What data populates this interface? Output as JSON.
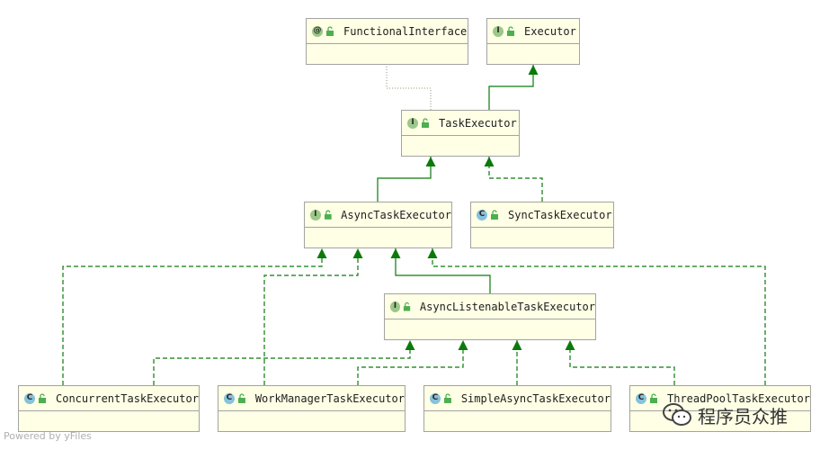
{
  "nodes": [
    {
      "id": "FunctionalInterface",
      "kind": "@",
      "label": "FunctionalInterface"
    },
    {
      "id": "Executor",
      "kind": "I",
      "label": "Executor"
    },
    {
      "id": "TaskExecutor",
      "kind": "I",
      "label": "TaskExecutor"
    },
    {
      "id": "AsyncTaskExecutor",
      "kind": "I",
      "label": "AsyncTaskExecutor"
    },
    {
      "id": "SyncTaskExecutor",
      "kind": "C",
      "label": "SyncTaskExecutor"
    },
    {
      "id": "AsyncListenableTaskExecutor",
      "kind": "I",
      "label": "AsyncListenableTaskExecutor"
    },
    {
      "id": "ConcurrentTaskExecutor",
      "kind": "C",
      "label": "ConcurrentTaskExecutor"
    },
    {
      "id": "WorkManagerTaskExecutor",
      "kind": "C",
      "label": "WorkManagerTaskExecutor"
    },
    {
      "id": "SimpleAsyncTaskExecutor",
      "kind": "C",
      "label": "SimpleAsyncTaskExecutor"
    },
    {
      "id": "ThreadPoolTaskExecutor",
      "kind": "C",
      "label": "ThreadPoolTaskExecutor"
    }
  ],
  "edges": [
    {
      "from": "TaskExecutor",
      "to": "FunctionalInterface",
      "type": "annotation"
    },
    {
      "from": "TaskExecutor",
      "to": "Executor",
      "type": "extends"
    },
    {
      "from": "AsyncTaskExecutor",
      "to": "TaskExecutor",
      "type": "extends"
    },
    {
      "from": "SyncTaskExecutor",
      "to": "TaskExecutor",
      "type": "implements"
    },
    {
      "from": "AsyncListenableTaskExecutor",
      "to": "AsyncTaskExecutor",
      "type": "extends"
    },
    {
      "from": "ConcurrentTaskExecutor",
      "to": "AsyncTaskExecutor",
      "type": "implements"
    },
    {
      "from": "ConcurrentTaskExecutor",
      "to": "AsyncListenableTaskExecutor",
      "type": "implements"
    },
    {
      "from": "WorkManagerTaskExecutor",
      "to": "AsyncTaskExecutor",
      "type": "implements"
    },
    {
      "from": "WorkManagerTaskExecutor",
      "to": "AsyncListenableTaskExecutor",
      "type": "implements"
    },
    {
      "from": "SimpleAsyncTaskExecutor",
      "to": "AsyncListenableTaskExecutor",
      "type": "implements"
    },
    {
      "from": "ThreadPoolTaskExecutor",
      "to": "AsyncListenableTaskExecutor",
      "type": "implements"
    },
    {
      "from": "ThreadPoolTaskExecutor",
      "to": "AsyncTaskExecutor",
      "type": "implements"
    }
  ],
  "colors": {
    "edge": "#0a7a0a",
    "annotation_edge": "#8a9a7a",
    "node_fill": "#ffffe6",
    "node_border": "#a3a3a3",
    "interface_badge": "#9bc888",
    "class_badge": "#86c2dc"
  },
  "footer": "Powered by yFiles",
  "watermark": {
    "icon": "wechat-icon",
    "text": "程序员众推"
  }
}
